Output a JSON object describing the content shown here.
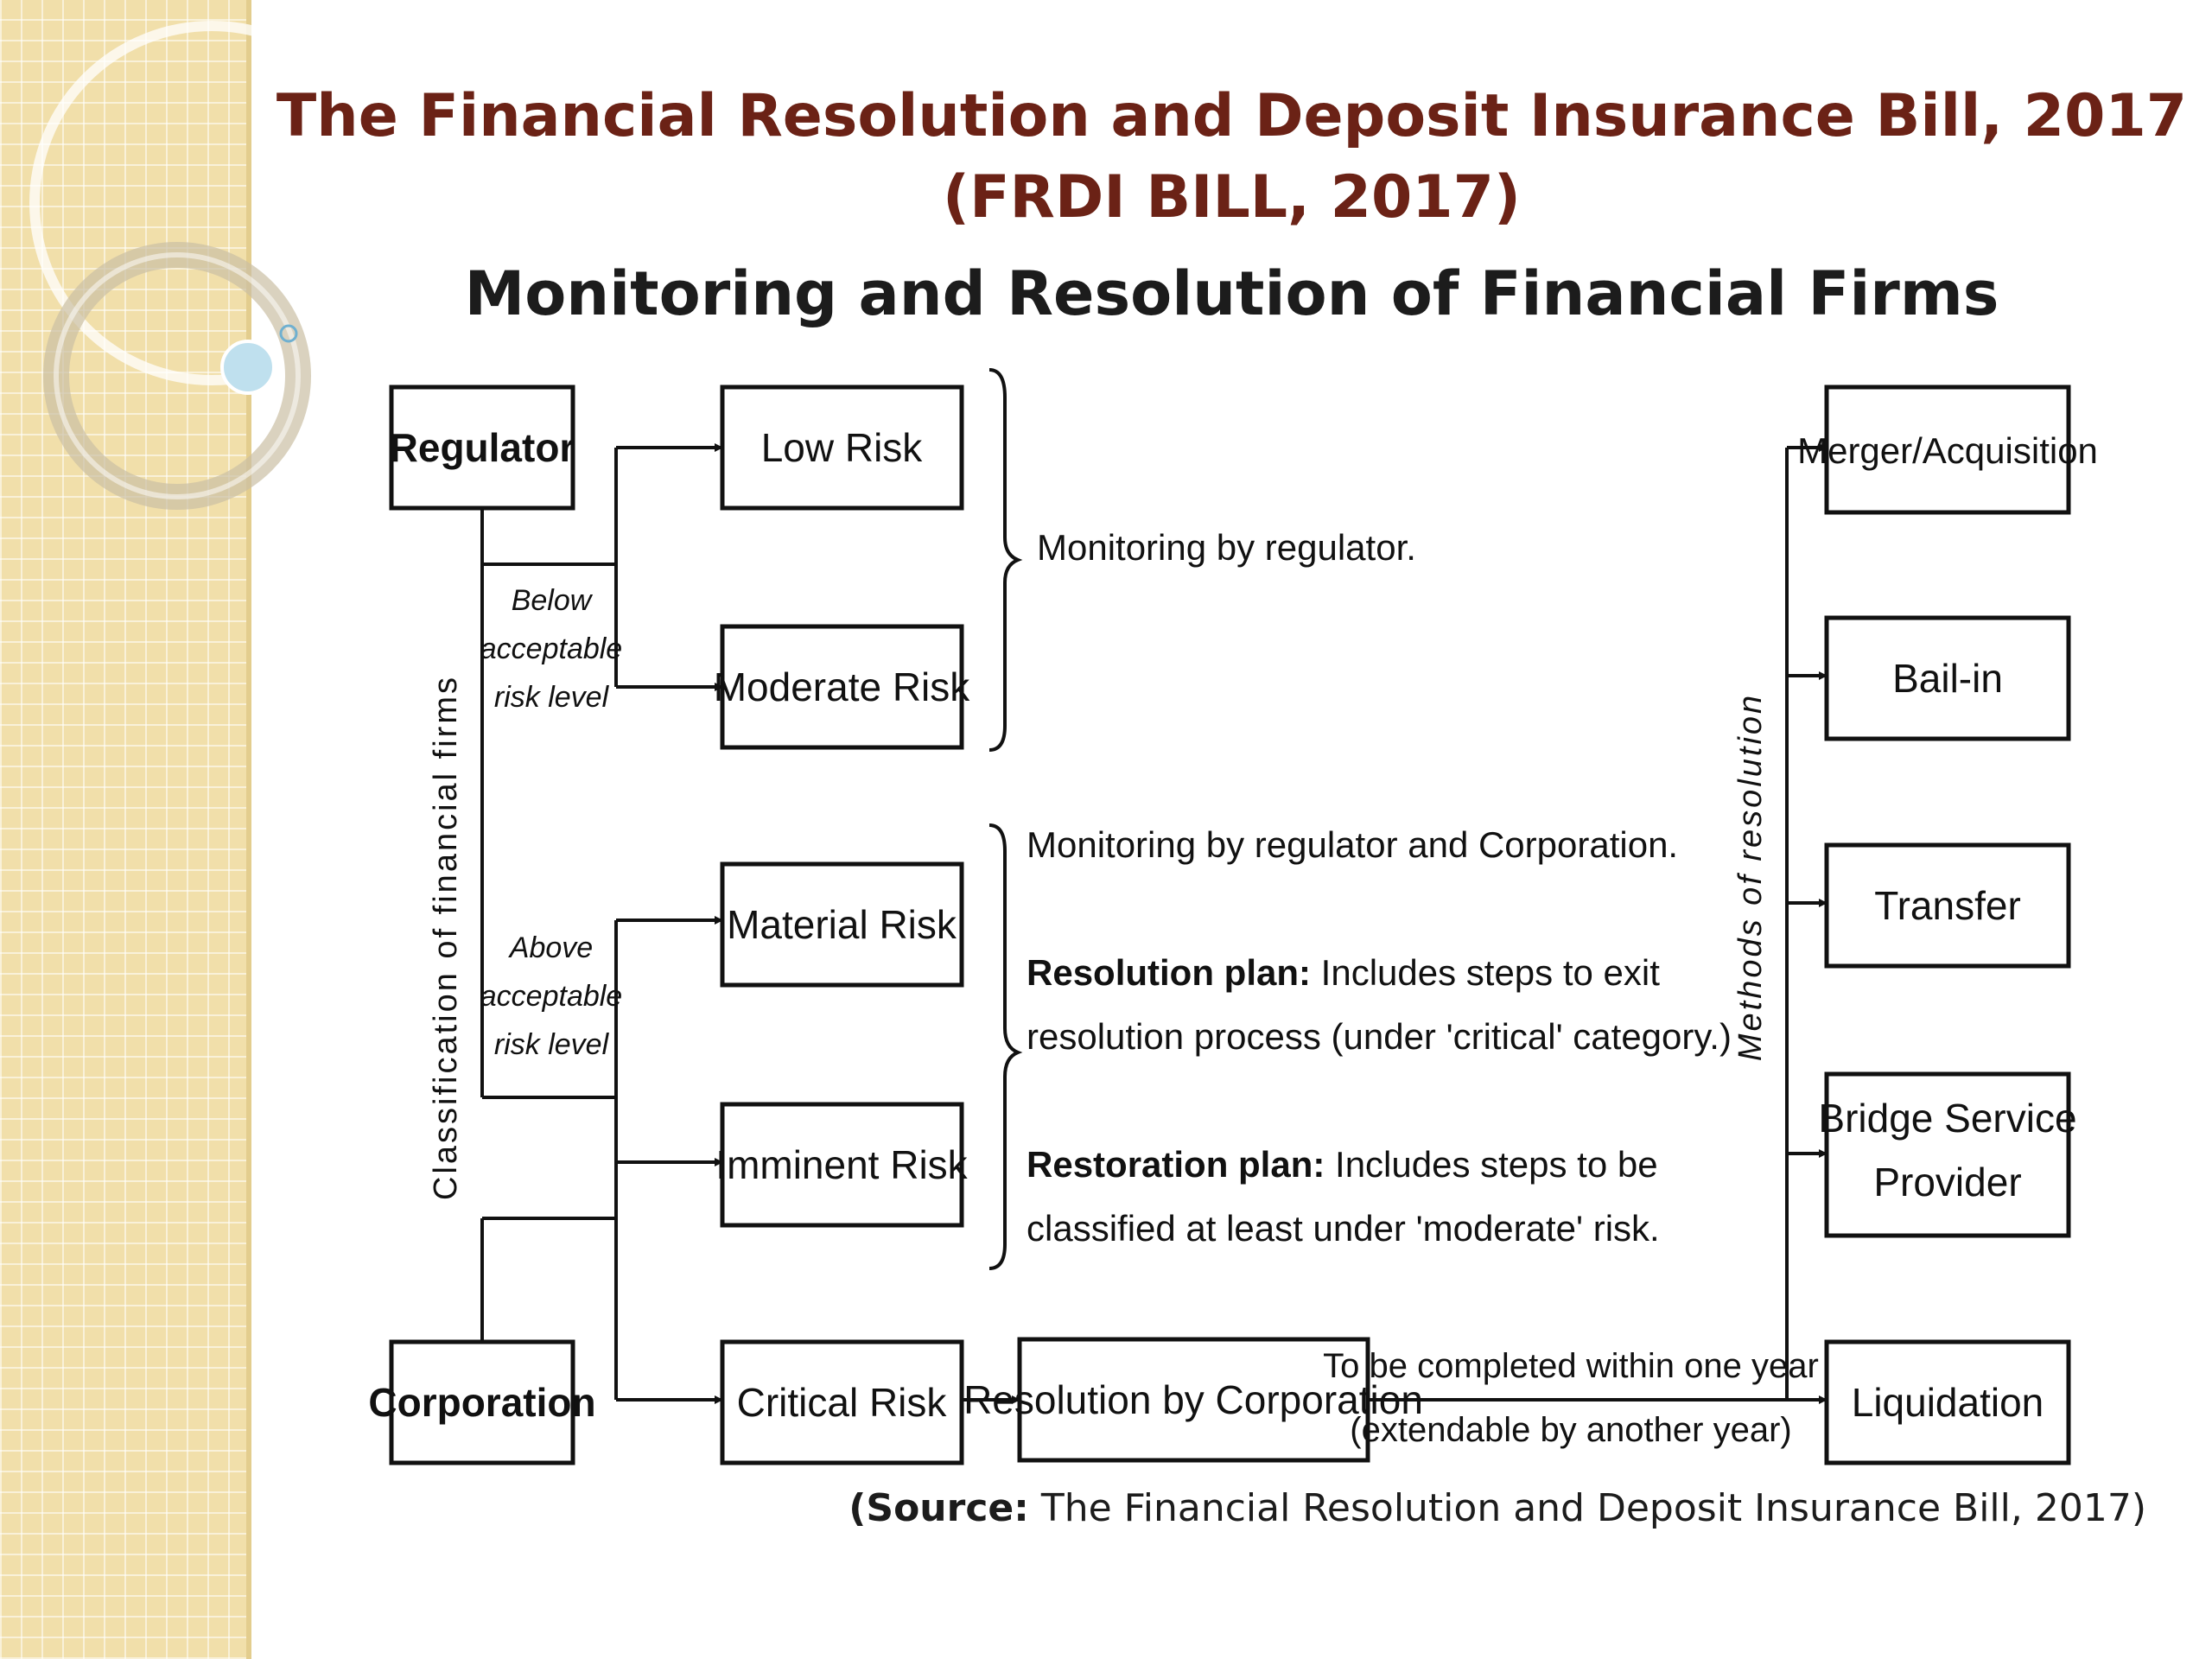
{
  "slide": {
    "title_line1": "The Financial Resolution and Deposit Insurance Bill, 2017",
    "title_line2": "(FRDI BILL, 2017)",
    "subtitle": "Monitoring and Resolution of Financial Firms",
    "source_label": "(Source:",
    "source_text": " The Financial Resolution and Deposit Insurance Bill, 2017)"
  },
  "diagram": {
    "regulator": "Regulator",
    "corporation": "Corporation",
    "classification_label": "Classification of financial firms",
    "below_line1": "Below",
    "below_line2": "acceptable",
    "below_line3": "risk level",
    "above_line1": "Above",
    "above_line2": "acceptable",
    "above_line3": "risk level",
    "low_risk": "Low Risk",
    "moderate_risk": "Moderate Risk",
    "material_risk": "Material Risk",
    "imminent_risk": "Imminent Risk",
    "critical_risk": "Critical Risk",
    "monitoring_regulator": "Monitoring by regulator.",
    "monitoring_both": "Monitoring by regulator and Corporation.",
    "resolution_plan_label": "Resolution plan:",
    "resolution_plan_line1": " Includes steps to exit",
    "resolution_plan_line2": "resolution process (under 'critical' category.)",
    "restoration_plan_label": "Restoration plan:",
    "restoration_plan_line1": " Includes steps to be",
    "restoration_plan_line2": "classified at least under 'moderate' risk.",
    "resolution_by_corporation": "Resolution by Corporation",
    "timeline_line1": "To be completed within one year",
    "timeline_line2": "(extendable by another year)",
    "methods_label": "Methods of resolution",
    "merger": "Merger/Acquisition",
    "bail_in": "Bail-in",
    "transfer": "Transfer",
    "bridge_line1": "Bridge Service",
    "bridge_line2": "Provider",
    "liquidation": "Liquidation"
  }
}
